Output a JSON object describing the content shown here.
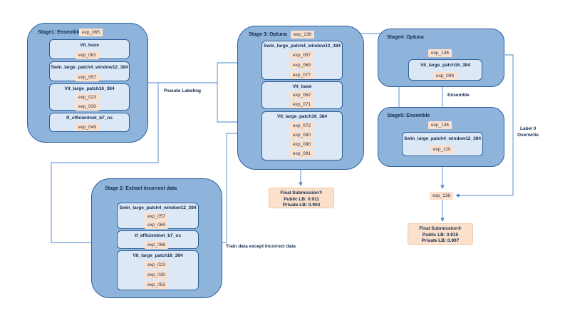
{
  "colors": {
    "stage_fill": "#8fb4dc",
    "model_fill": "#dce8f6",
    "tag_fill": "#fbe0cc",
    "line": "#4a86c8"
  },
  "stage1": {
    "title": "Stage1: Ensemble",
    "exp": "exp_065",
    "models": [
      {
        "name": "Vit_base",
        "exps": [
          "exp_062"
        ]
      },
      {
        "name": "Swin_large_patch4_window12_384",
        "exps": [
          "exp_057"
        ]
      },
      {
        "name": "Vit_large_patch16_384",
        "exps": [
          "exp_023",
          "exp_030"
        ]
      },
      {
        "name": "tf_efficientnet_b7_ns",
        "exps": [
          "exp_049"
        ]
      }
    ]
  },
  "stage2": {
    "title": "Stage 2: Extract Incorrect data",
    "models": [
      {
        "name": "Swin_large_patch4_window12_384",
        "exps": [
          "exp_057",
          "exp_069"
        ]
      },
      {
        "name": "tf_efficientnet_b7_ns",
        "exps": [
          "exp_068"
        ]
      },
      {
        "name": "Vit_large_patch16_384",
        "exps": [
          "exp_023",
          "exp_030",
          "exp_052"
        ]
      }
    ]
  },
  "stage3": {
    "title": "Stage 3: Optuna",
    "exp": "exp_136",
    "models": [
      {
        "name": "Swin_large_patch4_window12_384",
        "exps": [
          "exp_057",
          "exp_069",
          "exp_077"
        ]
      },
      {
        "name": "Vit_base",
        "exps": [
          "exp_062",
          "exp_071"
        ]
      },
      {
        "name": "Vit_large_patch16_384",
        "exps": [
          "exp_072",
          "exp_080",
          "exp_090",
          "exp_091"
        ]
      }
    ]
  },
  "stage4": {
    "title": "Stage4: Optuna",
    "exp": "exp_136",
    "models": [
      {
        "name": "Vit_large_patch16_384",
        "exps": [
          "exp_098"
        ]
      }
    ]
  },
  "stage5": {
    "title": "Stage5: Ensemble",
    "exp": "exp_136",
    "models": [
      {
        "name": "Swin_large_patch4_window12_384",
        "exps": [
          "exp_110"
        ]
      }
    ]
  },
  "labels": {
    "pseudo": "Pseudo Labeling",
    "train": "Train data except Incorrect data",
    "ensemble": "Ensemble",
    "label0_line1": "Label 0",
    "label0_line2": "Overwrite"
  },
  "final_exp": "exp_136",
  "submission1": {
    "title": "Final Submission①",
    "public": "Public LB: 0.911",
    "private": "Private LB: 0.904"
  },
  "submission2": {
    "title": "Final Submission②",
    "public": "Public LB: 0.915",
    "private": "Private LB: 0.907"
  }
}
